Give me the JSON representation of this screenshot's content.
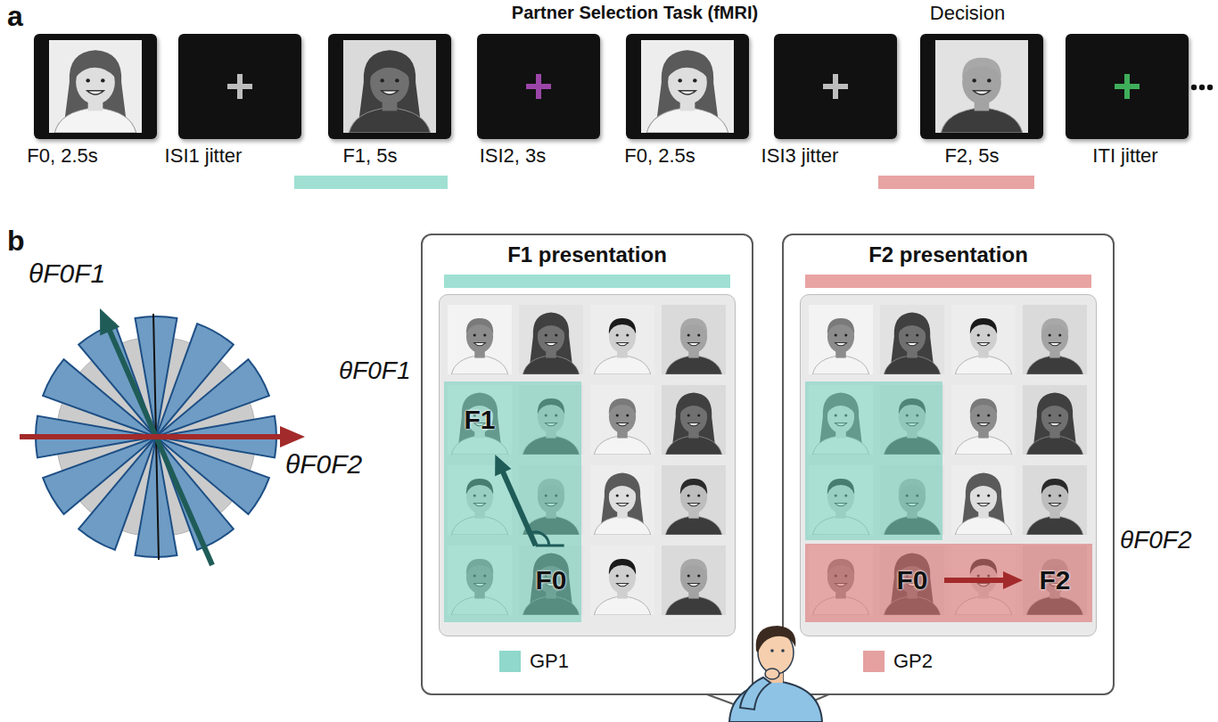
{
  "diagram": {
    "title": "Partner Selection Task (fMRI)",
    "nodes": [
      {
        "text": [
          "F0, 2.5s"
        ]
      },
      {
        "text": [
          "ISI1 jitter"
        ]
      },
      {
        "text": [
          "F1, 5s"
        ]
      },
      {
        "text": [
          "ISI2, 3s"
        ]
      },
      {
        "text": [
          "F0, 2.5s"
        ]
      },
      {
        "text": [
          "ISI3 jitter"
        ]
      },
      {
        "text": [
          "Decision",
          "F2, 5s"
        ]
      },
      {
        "text": [
          "ITI jitter"
        ]
      },
      {
        "text": [
          "F1 presentation"
        ]
      },
      {
        "text": [
          "F1"
        ],
        "in": 8
      },
      {
        "text": [
          "F0"
        ],
        "in": 8
      },
      {
        "text": [
          "F2 presentation"
        ]
      },
      {
        "text": [
          "F0"
        ],
        "in": 11
      },
      {
        "text": [
          "F2"
        ],
        "in": 11
      }
    ],
    "edges": [
      {
        "from": 10,
        "to": 9,
        "arrow": "to"
      },
      {
        "from": 12,
        "to": 13,
        "arrow": "to"
      }
    ],
    "labels": [
      "a",
      "b",
      "θF0F1",
      "θF0F2",
      "θF0F1",
      "θF0F2"
    ],
    "legend": [
      {
        "text": "GP1",
        "color": "#8fd8cb"
      },
      {
        "text": "GP2",
        "color": "#e5a0a0"
      }
    ]
  }
}
